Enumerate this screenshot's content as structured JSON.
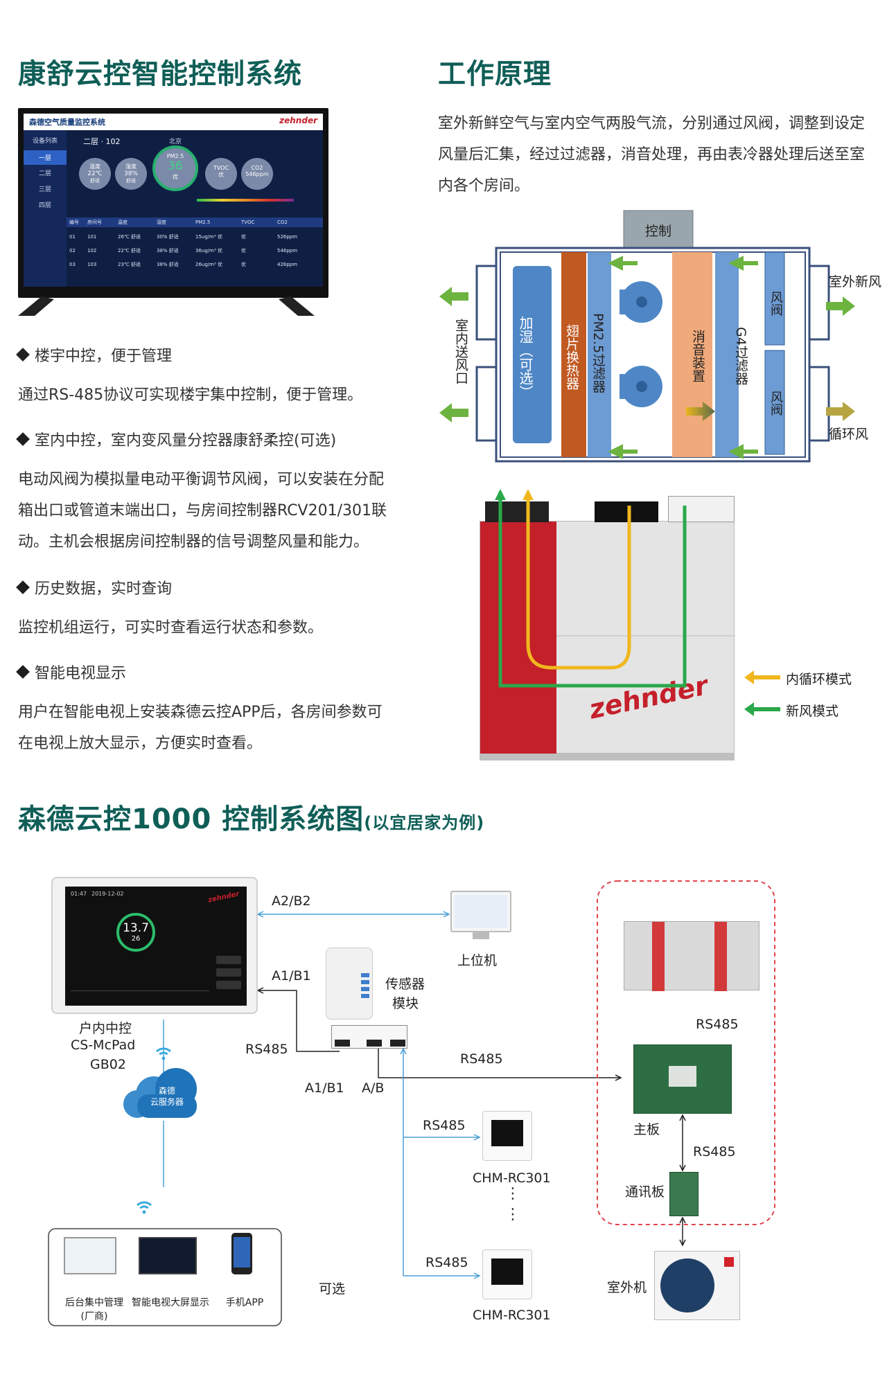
{
  "left_section": {
    "title": "康舒云控智能控制系统",
    "tv_screen": {
      "header": "森德空气质量监控系统",
      "brand": "zehnder",
      "sidebar_head": "设备列表",
      "sidebar_items": [
        "一层",
        "二层",
        "三层",
        "四层"
      ],
      "room": "二层 · 102",
      "location": "北京",
      "gauges": [
        {
          "name": "温度",
          "value": "22℃",
          "status": "舒适"
        },
        {
          "name": "湿度",
          "value": "38%",
          "status": "舒适"
        }
      ],
      "pm_label": "PM2.5",
      "pm_value": "36",
      "pm_status": "优",
      "tvoc_label": "TVOC",
      "tvoc_status": "优",
      "co2_label": "CO2",
      "co2_value": "546ppm",
      "table_headers": [
        "编号",
        "房间号",
        "温度",
        "湿度",
        "PM2.5",
        "TVOC",
        "CO2"
      ],
      "table_rows": [
        [
          "01",
          "101",
          "26℃ 舒适",
          "30% 舒适",
          "15ug/m³ 优",
          "优",
          "526ppm"
        ],
        [
          "02",
          "102",
          "22℃ 舒适",
          "38% 舒适",
          "36ug/m³ 优",
          "优",
          "546ppm"
        ],
        [
          "03",
          "103",
          "23℃ 舒适",
          "38% 舒适",
          "26ug/m³ 优",
          "优",
          "426ppm"
        ]
      ]
    },
    "features": [
      {
        "heading": "楼宇中控，便于管理",
        "text": "通过RS-485协议可实现楼宇集中控制，便于管理。"
      },
      {
        "heading": "室内中控，室内变风量分控器康舒柔控(可选)",
        "text": "电动风阀为模拟量电动平衡调节风阀，可以安装在分配箱出口或管道末端出口，与房间控制器RCV201/301联动。主机会根据房间控制器的信号调整风量和能力。"
      },
      {
        "heading": "历史数据，实时查询",
        "text": "监控机组运行，可实时查看运行状态和参数。"
      },
      {
        "heading": "智能电视显示",
        "text": "用户在智能电视上安装森德云控APP后，各房间参数可在电视上放大显示，方便实时查看。"
      }
    ]
  },
  "right_section": {
    "title": "工作原理",
    "description": "室外新鲜空气与室内空气两股气流，分别通过风阀，调整到设定风量后汇集，经过过滤器，消音处理，再由表冷器处理后送至室内各个房间。",
    "diagram": {
      "control": "控制",
      "humidify": "加湿（可选）",
      "fin_exchanger": "翅片换热器",
      "pm_filter": "PM2.5过滤器",
      "silencer": "消音装置",
      "g4_filter": "G4过滤器",
      "damper": "风阀",
      "indoor_supply": "室内送风口",
      "outdoor_air": "室外新风",
      "recirc_air": "循环风"
    },
    "unit_brand": "zehnder",
    "legend": [
      {
        "label": "内循环模式",
        "color": "#f0b81e"
      },
      {
        "label": "新风模式",
        "color": "#2aa84a"
      }
    ]
  },
  "system_section": {
    "title": "森德云控1000 控制系统图",
    "subtitle": "(以宜居家为例)",
    "pad": {
      "time": "01:47",
      "date": "2019-12-02",
      "temp": "13.7",
      "value2": "26",
      "brand": "zehnder",
      "label1": "户内中控",
      "label2": "CS-McPad",
      "label3": "GB02"
    },
    "cloud": {
      "line1": "森德",
      "line2": "云服务器"
    },
    "host_pc": "上位机",
    "sensor": {
      "line1": "传感器",
      "line2": "模块"
    },
    "labels": {
      "a2b2": "A2/B2",
      "a1b1_top": "A1/B1",
      "rs485_left": "RS485",
      "a1b1_bottom": "A1/B1",
      "ab": "A/B",
      "rs485_main": "RS485",
      "rs485_rc1": "RS485",
      "rs485_rc2": "RS485",
      "rc301_1": "CHM-RC301",
      "rc301_2": "CHM-RC301",
      "rs485_unit": "RS485",
      "mainboard": "主板",
      "rs485_comm": "RS485",
      "comm_board": "通讯板",
      "outdoor_unit": "室外机",
      "optional": "可选"
    },
    "apps": [
      {
        "label": "后台集中管理",
        "sub": "(厂商)"
      },
      {
        "label": "智能电视大屏显示",
        "sub": ""
      },
      {
        "label": "手机APP",
        "sub": ""
      }
    ]
  }
}
